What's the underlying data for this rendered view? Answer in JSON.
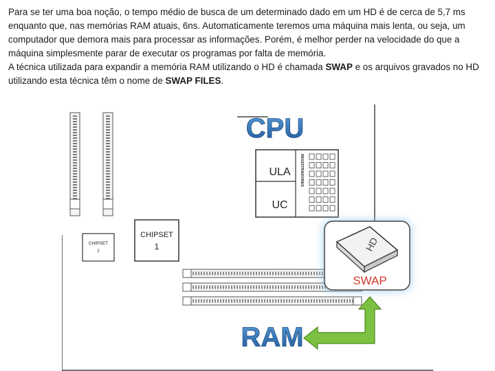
{
  "text": {
    "paragraph1": "Para se ter uma boa noção, o tempo médio de busca de um determinado dado em um HD é de cerca de 5,7 ms enquanto que, nas memórias RAM atuais, 6ns. Automaticamente teremos uma máquina mais lenta, ou seja, um computador que demora mais para processar as informações. Porém, é melhor perder na velocidade do que a máquina simplesmente parar de executar os programas por falta de memória.",
    "paragraph2_part1": "A técnica utilizada para expandir a memória RAM utilizando o HD é chamada ",
    "paragraph2_term1": "SWAP",
    "paragraph2_part2": " e os arquivos gravados no HD utilizando esta técnica têm o nome de ",
    "paragraph2_term2": "SWAP FILES",
    "paragraph2_end": "."
  },
  "diagram": {
    "cpu_label": "CPU",
    "ula_label": "ULA",
    "uc_label": "UC",
    "registradores_label": "REGISTRADORES",
    "chipset1_label": "CHIPSET",
    "chipset1_number": "1",
    "chipset2_label": "CHIPSET",
    "chipset2_number": "2",
    "hd_label": "HD",
    "swap_label": "SWAP",
    "ram_label": "RAM",
    "colors": {
      "cpu_blue": "#2f6fb0",
      "ram_blue": "#2f6fb0",
      "swap_red": "#d23a2a",
      "arrow_green": "#7cc142",
      "glow_blue": "#8fc8f0"
    }
  }
}
